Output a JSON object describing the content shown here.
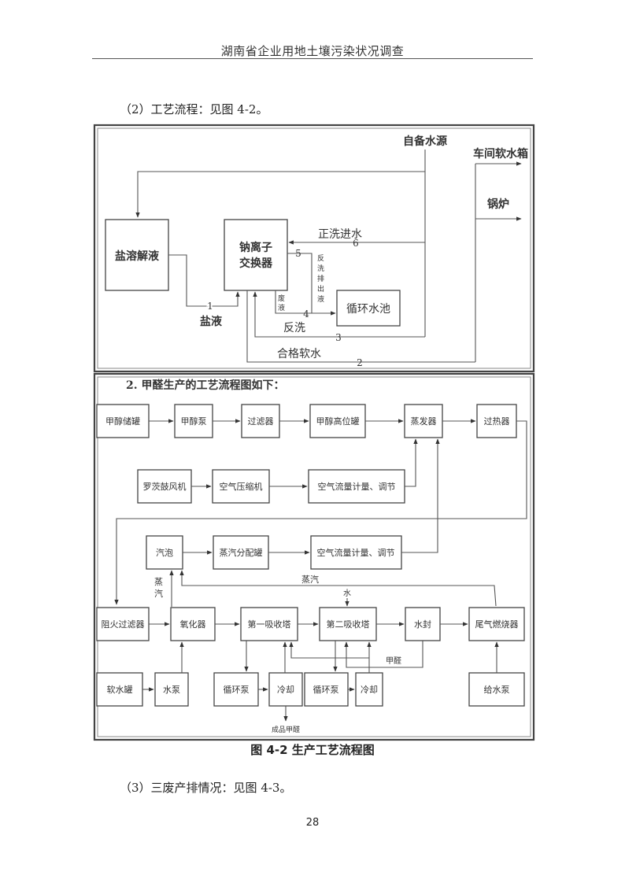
{
  "header": {
    "title": "湖南省企业用地土壤污染状况调查"
  },
  "paragraphs": {
    "process_intro": "（2）工艺流程：见图 4-2。",
    "waste_intro": "（3）三废产排情况：见图 4-3。"
  },
  "figure": {
    "caption": "图  4-2  生产工艺流程图",
    "part1": {
      "nodes": {
        "salt_dissolve": "盐溶解液",
        "exchanger_l1": "钠离子",
        "exchanger_l2": "交换器",
        "recycle_pool": "循环水池",
        "water_source": "自备水源",
        "workshop_tank": "车间软水箱",
        "boiler": "锅炉"
      },
      "labels": {
        "brine": "盐液",
        "forward_wash": "正洗进水",
        "backwash": "反洗",
        "qualified_water": "合格软水",
        "waste_liquid_v": [
          "废",
          "液"
        ],
        "backwash_discharge_v": [
          "反",
          "洗",
          "排",
          "出",
          "液"
        ],
        "n1": "1",
        "n2": "2",
        "n3": "3",
        "n4": "4",
        "n5": "5",
        "n6": "6"
      }
    },
    "part2": {
      "title": "2. 甲醛生产的工艺流程图如下：",
      "nodes": {
        "methanol_storage": "甲醇储罐",
        "methanol_pump": "甲醇泵",
        "filter": "过滤器",
        "methanol_head_tank": "甲醇高位罐",
        "evaporator": "蒸发器",
        "superheater": "过热器",
        "roots_blower": "罗茨鼓风机",
        "air_compressor": "空气压缩机",
        "air_flow_1": "空气流量计量、调节",
        "steam_drum": "汽泡",
        "steam_distributor": "蒸汽分配罐",
        "air_flow_2": "空气流量计量、调节",
        "flame_arrester": "阻火过滤器",
        "oxidizer": "氧化器",
        "absorber_1": "第一吸收塔",
        "absorber_2": "第二吸收塔",
        "water_seal": "水封",
        "tail_gas_burner": "尾气燃烧器",
        "soft_water_tank": "软水罐",
        "water_pump": "水泵",
        "circ_pump_1": "循环泵",
        "cooling_1": "冷却",
        "circ_pump_2": "循环泵",
        "cooling_2": "冷却",
        "feed_pump": "给水泵"
      },
      "labels": {
        "steam_v": [
          "蒸",
          "汽"
        ],
        "steam": "蒸汽",
        "water": "水",
        "formaldehyde": "甲醛",
        "product": "成品甲醛"
      }
    }
  },
  "page_number": "28"
}
